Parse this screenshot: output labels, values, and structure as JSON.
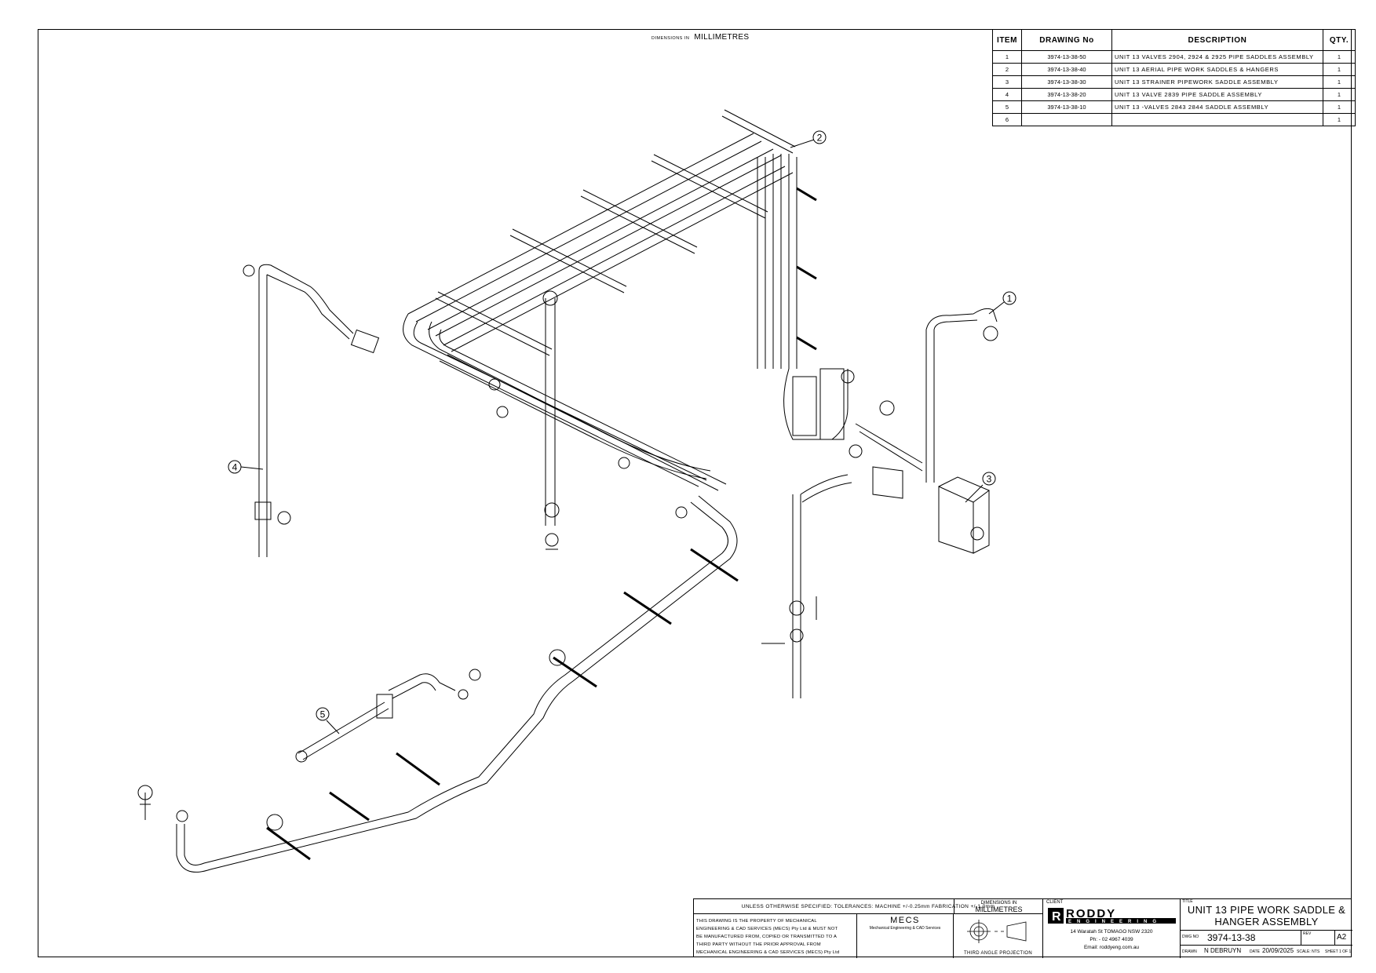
{
  "header": {
    "dimensions_small": "DIMENSIONS IN",
    "dimensions_unit": "MILLIMETRES"
  },
  "bom": {
    "headers": {
      "item": "ITEM",
      "drawing_no": "DRAWING No",
      "description": "DESCRIPTION",
      "qty": "QTY."
    },
    "rows": [
      {
        "item": "1",
        "drawing_no": "3974-13-38-50",
        "description": "UNIT 13 VALVES 2904, 2924 & 2925 PIPE SADDLES ASSEMBLY",
        "qty": "1"
      },
      {
        "item": "2",
        "drawing_no": "3974-13-38-40",
        "description": "UNIT 13 AERIAL PIPE WORK SADDLES & HANGERS",
        "qty": "1"
      },
      {
        "item": "3",
        "drawing_no": "3974-13-38-30",
        "description": "UNIT 13 STRAINER PIPEWORK SADDLE ASSEMBLY",
        "qty": "1"
      },
      {
        "item": "4",
        "drawing_no": "3974-13-38-20",
        "description": "UNIT 13 VALVE 2839 PIPE SADDLE ASSEMBLY",
        "qty": "1"
      },
      {
        "item": "5",
        "drawing_no": "3974-13-38-10",
        "description": "UNIT 13 -VALVES 2843  2844 SADDLE ASSEMBLY",
        "qty": "1"
      },
      {
        "item": "6",
        "drawing_no": "",
        "description": "",
        "qty": "1"
      }
    ]
  },
  "balloons": [
    "1",
    "2",
    "3",
    "4",
    "5"
  ],
  "title_block": {
    "tolerances": "UNLESS OTHERWISE SPECIFIED: TOLERANCES: MACHINE +/-0.25mm  FABRICATION +/-1.0mm",
    "dims_label": "DIMENSIONS IN",
    "dims_unit": "MILLIMETRES",
    "property_notice": [
      "THIS DRAWING IS THE PROPERTY OF MECHANICAL",
      "ENGINEERING & CAD SERVICES (MECS) Pty Ltd & MUST NOT",
      "BE MANUFACTURED FROM, COPIED OR TRANSMITTED TO A",
      "THIRD PARTY WITHOUT THE PRIOR APPROVAL FROM",
      "MECHANICAL ENGINEERING & CAD SERVICES (MECS) Pty Ltd"
    ],
    "mecs_name": "MECS",
    "mecs_lines": [
      "Mechanical Engineering & CAD Services"
    ],
    "projection_label": "THIRD ANGLE PROJECTION",
    "client_label": "CLIENT",
    "client_logo_text": "RODDY",
    "client_logo_sub": "ENGINEERING",
    "client_address": "14 Waratah St TOMAGO NSW 2320",
    "client_phone": "Ph: - 02 4967 4039",
    "client_email": "Email: roddyeng.com.au",
    "title_label": "TITLE",
    "title_line1": "UNIT 13 PIPE WORK SADDLE &",
    "title_line2": "HANGER ASSEMBLY",
    "dwg_no_label": "DWG NO",
    "dwg_no": "3974-13-38",
    "rev_label": "REV",
    "sheet_size": "A2",
    "drawn_label": "DRAWN",
    "drawn_by": "N DEBRUYN",
    "date_label": "DATE",
    "date": "20/09/2025",
    "scale_label": "SCALE: NTS",
    "sheet_label": "SHEET 1 OF 1"
  }
}
